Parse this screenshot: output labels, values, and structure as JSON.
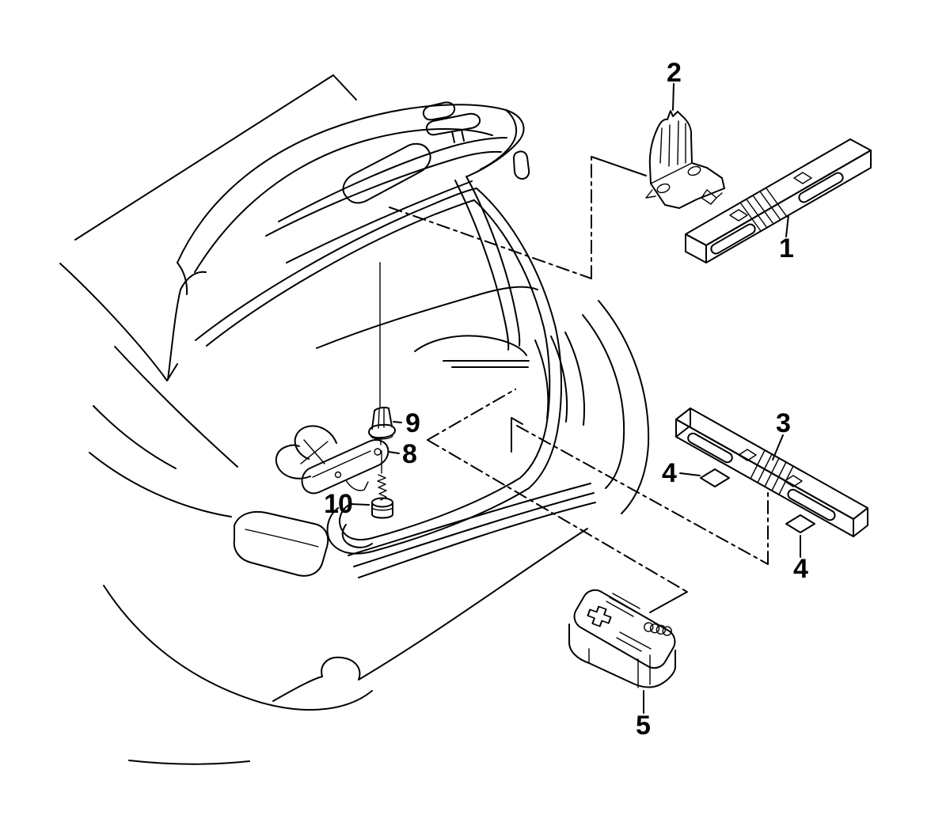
{
  "page": {
    "background_color": "#ffffff",
    "line_color": "#000000"
  },
  "diagram": {
    "description": "exploded parts line drawing of car rear with open trunk lid",
    "callouts": [
      {
        "label": "1"
      },
      {
        "label": "2"
      },
      {
        "label": "3"
      },
      {
        "label": "4"
      },
      {
        "label": "4"
      },
      {
        "label": "5"
      },
      {
        "label": "8"
      },
      {
        "label": "9"
      },
      {
        "label": "10"
      }
    ],
    "icons": [
      "audi-rings-icon",
      "first-aid-cross-icon"
    ]
  }
}
